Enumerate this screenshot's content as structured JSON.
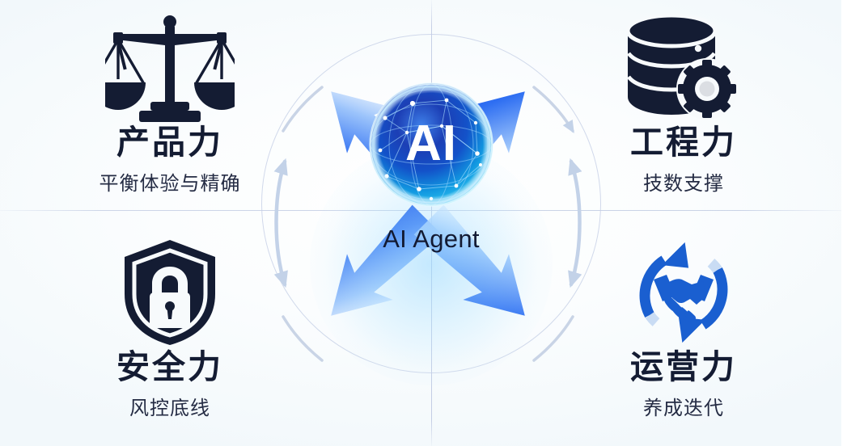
{
  "diagram": {
    "title": "AI Agent",
    "center": {
      "sphere_text": "AI",
      "label": "AI Agent",
      "sphere_icon": "ai-network-sphere-icon",
      "glow_color": "#3ea8ff",
      "core_color": "#0a1f6e"
    },
    "colors": {
      "icon_navy": "#141c33",
      "accent_blue": "#1a5fd0",
      "arrow_blue": "#1a5ff0",
      "background": "#f4fafc",
      "guide_line": "#c4cee4"
    },
    "quadrants": [
      {
        "id": "product",
        "position": "top-left",
        "title": "产品力",
        "subtitle": "平衡体验与精确",
        "icon": "balance-scales-icon"
      },
      {
        "id": "engineering",
        "position": "top-right",
        "title": "工程力",
        "subtitle": "技数支撑",
        "icon": "database-gear-icon"
      },
      {
        "id": "security",
        "position": "bottom-left",
        "title": "安全力",
        "subtitle": "风控底线",
        "icon": "shield-lock-icon"
      },
      {
        "id": "operations",
        "position": "bottom-right",
        "title": "运营力",
        "subtitle": "养成迭代",
        "icon": "handshake-cycle-icon"
      }
    ],
    "arrows": [
      {
        "id": "arrow-top-left",
        "direction": "up-left",
        "color": "#1a5ff0"
      },
      {
        "id": "arrow-top-right",
        "direction": "up-right",
        "color": "#1a5ff0"
      },
      {
        "id": "arrow-bottom-left",
        "direction": "down-left",
        "color": "#1a5ff0"
      },
      {
        "id": "arrow-bottom-right",
        "direction": "down-right",
        "color": "#1a5ff0"
      }
    ],
    "arcs": [
      {
        "id": "arc-left",
        "style": "double-headed",
        "color": "#c3d2e8"
      },
      {
        "id": "arc-right",
        "style": "double-headed",
        "color": "#c3d2e8"
      }
    ]
  }
}
